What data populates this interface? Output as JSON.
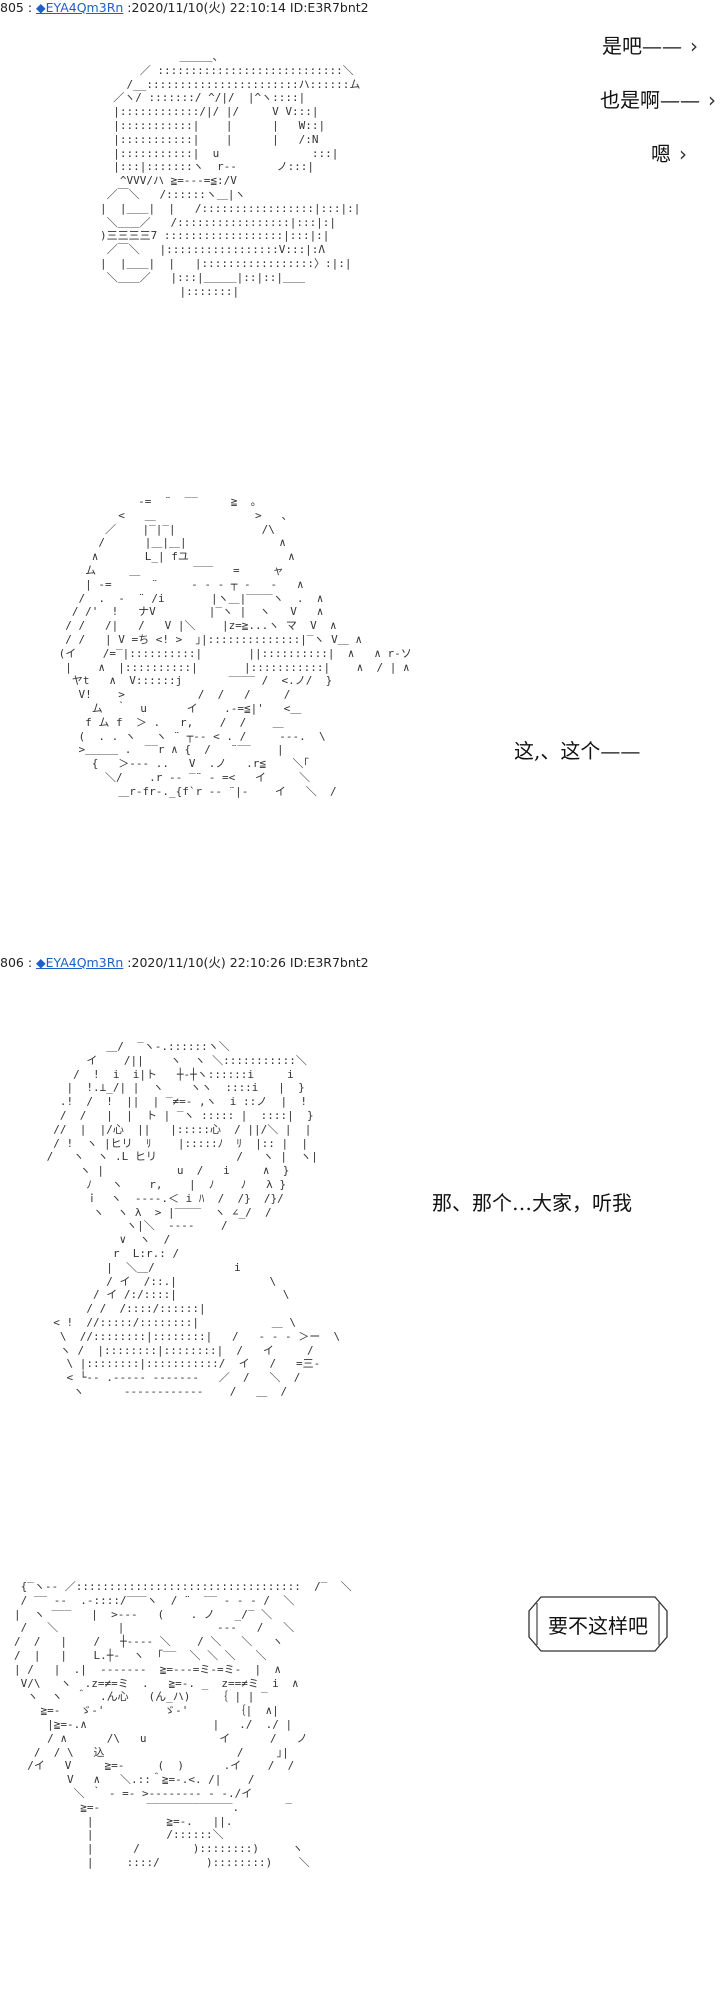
{
  "posts": [
    {
      "number": "805 :",
      "diamond": "◆",
      "name": "EYA4Qm3Rn",
      "meta": ":2020/11/10(火) 22:10:14 ID:E3R7bnt2"
    },
    {
      "number": "806 :",
      "diamond": "◆",
      "name": "EYA4Qm3Rn",
      "meta": ":2020/11/10(火) 22:10:26 ID:E3R7bnt2"
    }
  ],
  "dialogue": {
    "line1": "是吧——",
    "line2": "也是啊——",
    "line3": "嗯",
    "line4": "这,、这个——",
    "line5": "那、那个…大家，听我",
    "bubble": "要不这样吧"
  },
  "icons": {
    "chevron": "chevron-right-icon"
  },
  "art": {
    "aa1": "            ＿＿＿、\n      ／ ::::::::::::::::::::::::::::＼\n    /__:::::::::::::::::::::::ハ::::::ム\n  ／ヽ/ :::::::/ ^/|/  |^ヽ::::|\n  |::::::::::::/|/ |/     V V:::|\n  |:::::::::::|    |      |   W::|\n  |:::::::::::|    |      |   /:N\n  |:::::::::::|  u              :::|\n  |:::|:::::::ヽ  r‐‐      ノ:::|\n   ^VVV/ハ ≧=‐‐‐=≦:/V\n ／￣＼   /::::::ヽ＿|ヽ\n|  |＿＿|  |   /:::::::::::::::::|:::|:|\n ＼＿＿／   /:::::::::::::::::|:::|:|\n)三三三三7 ::::::::::::::::::|:::|:|\n ／￣＼   |:::::::::::::::::V:::|:Λ\n|  |＿＿|  |   |:::::::::::::::::〉:|:|\n ＼＿＿／   |:::|＿＿＿|::|::|＿＿\n            |:::::::|",
    "aa2": "             -=  ¨  ‾‾     ≧  。\n          <   ＿               >   、\n        ／    |‾|‾|             /\\\n       /      |＿|＿|              ∧\n      ∧       L_| fユ               ∧\n     ム     ＿        ‾‾‾   =     ャ\n     | -=      ¨     - ‐ ‐ ┬ -   -   ∧\n    /  .  -  ¨ /i       |ヽ＿|‾‾‾‾ヽ  .  ∧\n   / /'  !   ナV        |‾ヽ |  ヽ   V   ∧\n  / /   /|   /   V |＼    |z=≧...ヽ マ  V  ∧\n  / /   | V =ち <! >  ｣|::::::::::::::|‾ヽ V＿ ∧\n (イ    /=‾|::::::::::|       ||::::::::::|  ∧   ∧ r-ソ\n  |    ∧  |::::::::::|       |:::::::::::|    ∧  / | ∧\n   ヤt   ∧  V::::::j       ‾‾‾‾ /  <.ノ/  }\n    V!    >           /  /   /     /\n      ム  ｀  u      イ    .-=≦|'   <＿\n     f ム f  ＞ .   r,    /  /    ＿\n    (  . . ヽ   ヽ ¨ ┬‐‐ < . /     ‐‐‐.  \\\n    >＿＿＿ .  ‾‾r ∧ {  /   ¨‾‾    |\n      {   ＞‐‐‐ ..   V  .ノ   .r≦    ＼｢\n        ＼/    .r -‐ ‾¨ ‐ =<   イ     ＼\n          ＿r‐fr‐._{f`r -‐ ¨|‐    イ   ＼  /",
    "aa3": "          ＿/  ‾ヽ-.::::::ヽ＼\n       イ    /||    ヽ  ヽ ＼:::::::::::＼\n     /  !  i  i|ト   ┼‐┼ヽ::::::i     i\n    |  !.⊥_/| |  ヽ    ヽヽ  ::::i   |  }\n   .!  /  !  ||  | ‾≠=- ,ヽ  i ::ノ  |  !\n   /  /   |  |  ト | ‾ヽ ::::: |  ::::|  }\n  //  |  |/心  ||   |:::::心  / ||/＼ |  |\n  / !  ヽ |ヒリ  ﾘ    |:::::ﾉ  ﾘ  |:: |  |\n /   ヽ  ヽ .L ヒリ            /   ヽ |  ヽ|\n      ヽ |           u  /   i     ∧  }\n       ﾉ   ヽ    r,    |  ﾉ    ﾉ   λ }\n       ｉ  ヽ  ‐‐‐‐.＜ i ﾊ  /  /}  /}/\n        ヽ  ヽ λ  > |‾‾‾‾  ヽ ∠_/  /\n             ヽ|＼  ‐‐‐‐    /\n            ∨  ヽ  /\n           r  L:r.: /\n          |  ＼＿/            i\n          / イ  /::.|              \\\n        / イ /:/::::|                \\\n       / /  /::::/::::::|\n  < !  //:::::/::::::::|           ＿ \\\n   \\  //::::::::|::::::::|   /   ‐ ‐ ‐ ＞ー  \\\n   ヽ /  |::::::::|::::::::|  /   イ     /\n    \\ |::::::::|:::::::::::/  イ   /   =三-\n    < └‐‐ .‐‐‐‐‐ ‐‐‐‐‐‐‐   ／  /   ＼  /\n     ヽ      ‐‐‐‐‐‐‐‐‐‐‐‐    /   ＿  /",
    "aa4": " {‾ヽ‐‐ ／::::::::::::::::::::::::::::::::::  /‾  ＼\n / ‾‾ ‐‐  .-::::/‾‾‾ヽ  / ¨  ‾‾ ‐ ‐ ‐ /  ＼\n|  ヽ ‾‾‾   |  >‐‐‐   (    . ノ   _/‾ ＼\n /   ＼         |              ‐‐‐   /   ＼\n/  /   |    /   ┼‐‐‐‐ ＼    / ＼   ＼   ヽ\n/  |   |    L.┼‐  ヽ  ｢‾‾  ＼ ＼ ＼   ＼\n| /   |  .|  ‐‐‐‐‐‐‐  ≧=‐‐‐=ミ‐=ミ‐  |  ∧\n V/\\   ヽ  .z=≠=ミ  .   ≧=‐. _  z==≠ミ  i  ∧\n  ヽ  ヽ  ＾  .ん心   (ん_ハ)    ｛ | | ‾\n    ≧=‐   ゞ‐'         ゞ‐'       ｛|  ∧|\n     |≧=‐.∧                   |   ./  ./ |\n     / ∧      /\\   u           イ      /   ノ\n   /  / \\   込                    /     ｣|\n  /イ   V     ≧=‐     (  )      .イ    /  /\n        V   ∧   ＼.::＾≧=‐.<. /|    /\n         ＼ ｀ ‐ =‐ >‐‐‐‐‐‐‐‐ ‐ ‐./イ\n          ≧=‐       ‾‾‾‾‾‾‾‾‾‾‾‾‾.       ‾\n           |           ≧=‐.   ||.\n           |           /::::::＼\n           |      /        )::::::::)     ヽ\n           |     ::::/       )::::::::)    ＼"
  }
}
